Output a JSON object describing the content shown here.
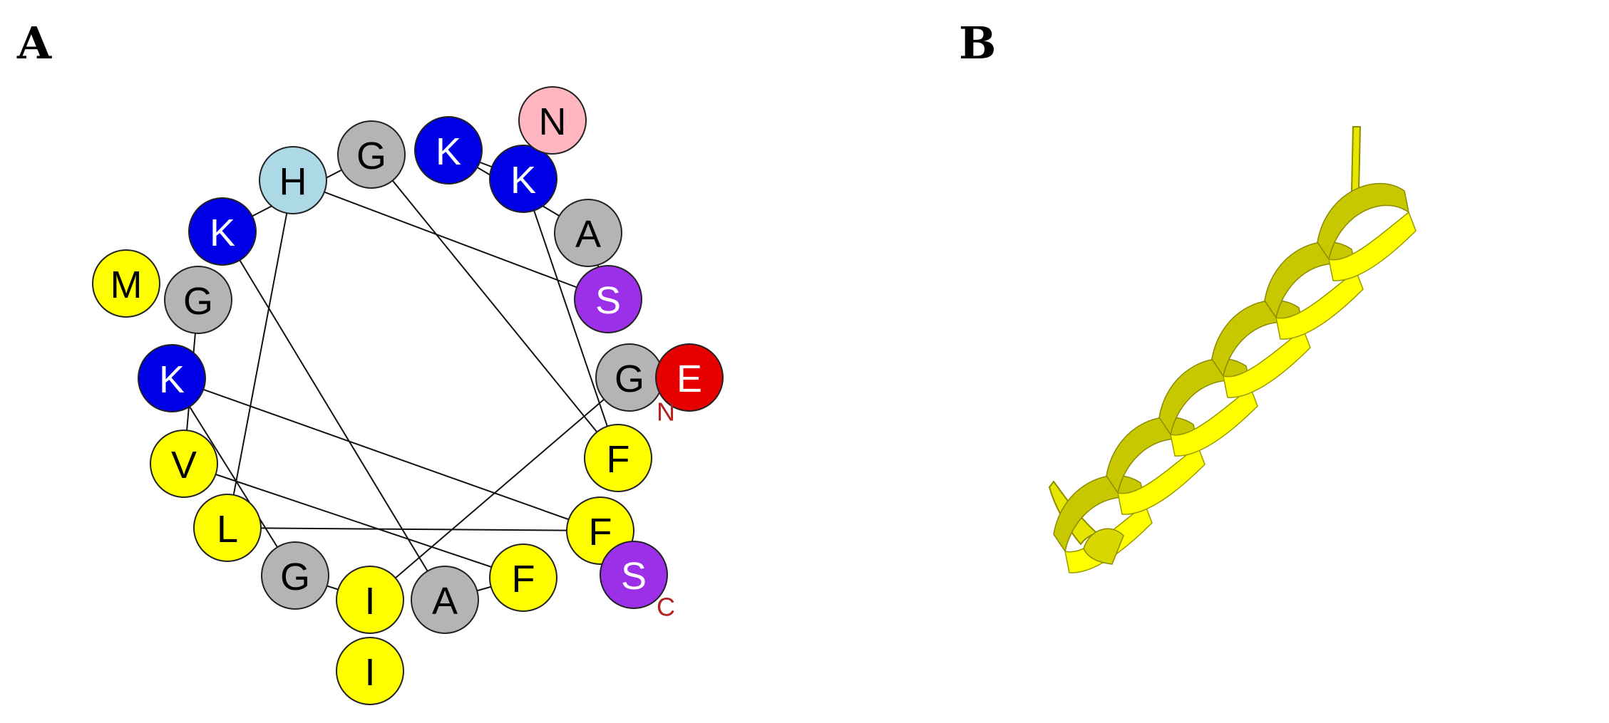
{
  "panels": {
    "a_label": "A",
    "b_label": "B"
  },
  "colors": {
    "hydrophobic": "#ffff00",
    "basic": "#0000e6",
    "polar_uncharged": "#9b30e8",
    "glycine_alanine": "#b4b4b4",
    "histidine": "#add8e6",
    "acidic": "#e60000",
    "amide": "#ffb6c1",
    "helix": "#ffff00"
  },
  "helical_wheel": {
    "n_terminus_label": "N",
    "c_terminus_label": "C",
    "residues": [
      {
        "letter": "G",
        "class": "glycine_alanine",
        "text_color": "#000000"
      },
      {
        "letter": "I",
        "class": "hydrophobic",
        "text_color": "#000000"
      },
      {
        "letter": "G",
        "class": "glycine_alanine",
        "text_color": "#000000"
      },
      {
        "letter": "K",
        "class": "basic",
        "text_color": "#ffffff"
      },
      {
        "letter": "F",
        "class": "hydrophobic",
        "text_color": "#000000"
      },
      {
        "letter": "L",
        "class": "hydrophobic",
        "text_color": "#000000"
      },
      {
        "letter": "H",
        "class": "histidine",
        "text_color": "#000000"
      },
      {
        "letter": "S",
        "class": "polar_uncharged",
        "text_color": "#ffffff"
      },
      {
        "letter": "A",
        "class": "glycine_alanine",
        "text_color": "#000000"
      },
      {
        "letter": "K",
        "class": "basic",
        "text_color": "#ffffff"
      },
      {
        "letter": "K",
        "class": "basic",
        "text_color": "#ffffff"
      },
      {
        "letter": "F",
        "class": "hydrophobic",
        "text_color": "#000000"
      },
      {
        "letter": "G",
        "class": "glycine_alanine",
        "text_color": "#000000"
      },
      {
        "letter": "K",
        "class": "basic",
        "text_color": "#ffffff"
      },
      {
        "letter": "A",
        "class": "glycine_alanine",
        "text_color": "#000000"
      },
      {
        "letter": "F",
        "class": "hydrophobic",
        "text_color": "#000000"
      },
      {
        "letter": "V",
        "class": "hydrophobic",
        "text_color": "#000000"
      },
      {
        "letter": "G",
        "class": "glycine_alanine",
        "text_color": "#000000"
      },
      {
        "letter": "I",
        "class": "hydrophobic",
        "text_color": "#000000"
      },
      {
        "letter": "S",
        "class": "polar_uncharged",
        "text_color": "#ffffff"
      }
    ],
    "extra_residues": [
      {
        "letter": "E",
        "class": "acidic",
        "text_color": "#ffffff"
      },
      {
        "letter": "N",
        "class": "amide",
        "text_color": "#000000"
      },
      {
        "letter": "M",
        "class": "hydrophobic",
        "text_color": "#000000"
      },
      {
        "letter": "I",
        "class": "hydrophobic",
        "text_color": "#000000"
      }
    ]
  }
}
